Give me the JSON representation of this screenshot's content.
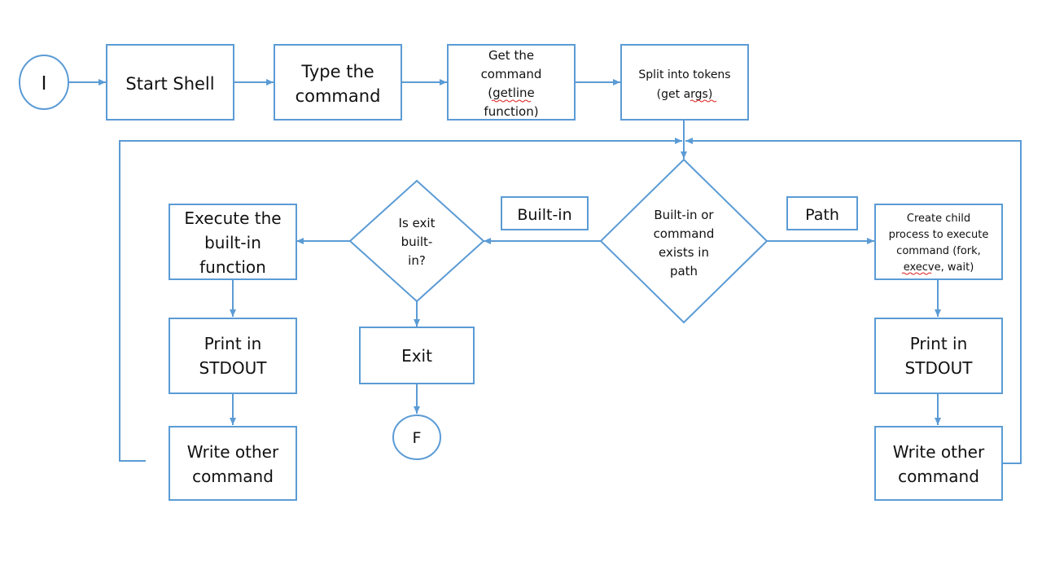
{
  "colors": {
    "stroke": "#5b9bd5",
    "text": "#111111",
    "background": "#ffffff"
  },
  "nodes": {
    "start": {
      "text": "I"
    },
    "start_shell": {
      "text": "Start Shell"
    },
    "type_command": {
      "line1": "Type the",
      "line2": "command"
    },
    "get_command": {
      "line1": "Get the",
      "line2": "command",
      "line3": "(getline",
      "line4": "function)"
    },
    "split_tokens": {
      "line1": "Split into tokens",
      "line2": "(get args)"
    },
    "decision_main": {
      "line1": "Built-in or",
      "line2": "command",
      "line3": "exists in",
      "line4": "path"
    },
    "decision_exit": {
      "line1": "Is exit",
      "line2": "built-",
      "line3": "in?"
    },
    "execute_builtin": {
      "line1": "Execute the",
      "line2": "built-in",
      "line3": "function"
    },
    "print_left": {
      "line1": "Print in",
      "line2": "STDOUT"
    },
    "write_left": {
      "line1": "Write other",
      "line2": "command"
    },
    "exit": {
      "text": "Exit"
    },
    "end": {
      "text": "F"
    },
    "create_child": {
      "line1": "Create child",
      "line2": "process to execute",
      "line3": "command (fork,",
      "line4": "execve, wait)"
    },
    "print_right": {
      "line1": "Print in",
      "line2": "STDOUT"
    },
    "write_right": {
      "line1": "Write other",
      "line2": "command"
    }
  },
  "edge_labels": {
    "builtin": "Built-in",
    "path": "Path"
  }
}
